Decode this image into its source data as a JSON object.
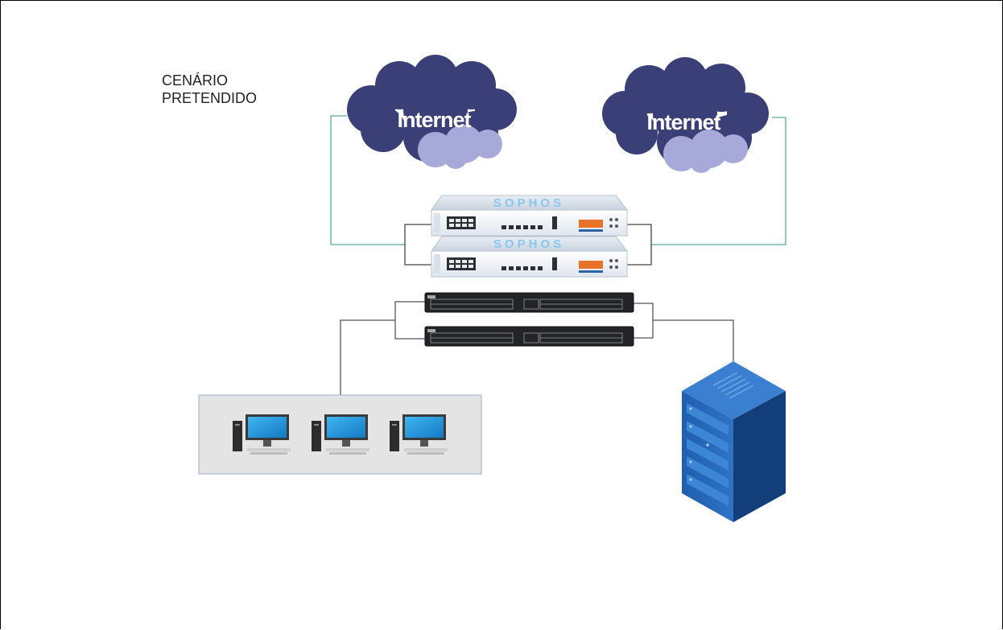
{
  "diagram": {
    "title_lines": [
      "CENÁRIO",
      "PRETENDIDO"
    ],
    "clouds": [
      {
        "label": "Internet"
      },
      {
        "label": "Internet"
      }
    ],
    "firewalls": [
      {
        "brand": "SOPHOS"
      },
      {
        "brand": "SOPHOS"
      }
    ],
    "switch_count": 2,
    "workstation_count": 3,
    "server_rack": "server-rack-icon",
    "colors": {
      "wan_link": "#5cae8a",
      "lan_link": "#555555",
      "cloud_dark": "#3a3f78",
      "cloud_light": "#a7a9d8",
      "firewall_body": "#f3f6fa",
      "firewall_accent": "#e8722a",
      "switch_body": "#232427",
      "rack_blue": "#1e5aa8",
      "workstation_area": "#e4e4e4"
    }
  }
}
